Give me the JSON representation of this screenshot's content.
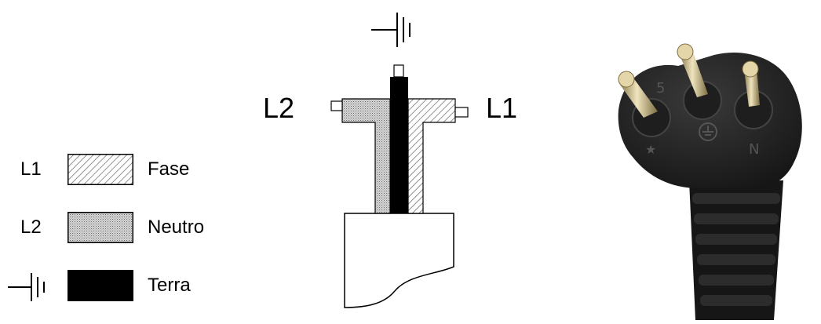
{
  "legend": {
    "items": [
      {
        "symbol": "L1",
        "name": "Fase",
        "pattern": "hatch-diagonal"
      },
      {
        "symbol": "L2",
        "name": "Neutro",
        "pattern": "dotted-grey"
      },
      {
        "symbol": "ground-icon",
        "name": "Terra",
        "pattern": "solid-black"
      }
    ]
  },
  "diagram": {
    "label_left": "L2",
    "label_right": "L1",
    "top_symbol": "ground-icon"
  },
  "photo": {
    "subject": "three-pin-plug",
    "pin_labels": [
      "5",
      "N"
    ],
    "colors": {
      "body": "#1c1c1c",
      "pins": "#c9b98a"
    }
  }
}
